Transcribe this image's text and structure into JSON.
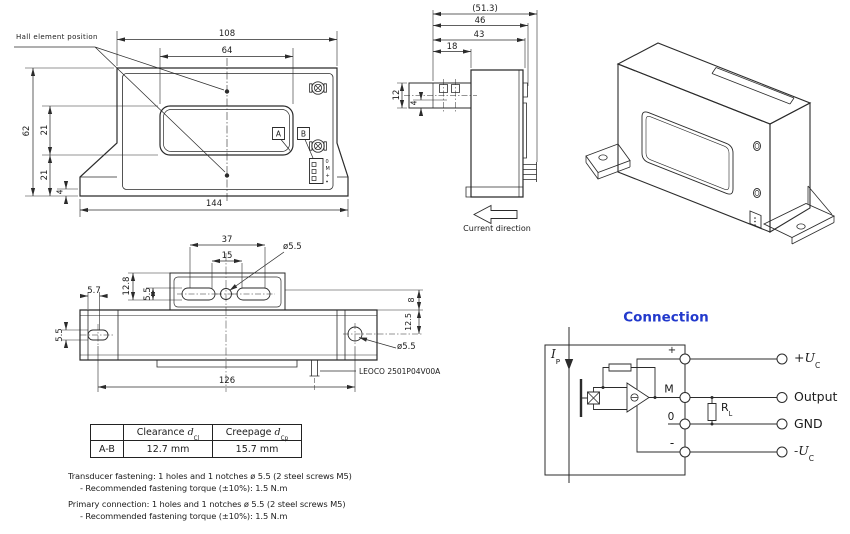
{
  "drawing": {
    "front_view": {
      "hall_label": "Hall element position",
      "dim_108": "108",
      "dim_64": "64",
      "dim_62": "62",
      "dim_21a": "21",
      "dim_21b": "21",
      "dim_4": "4",
      "dim_144": "144",
      "label_a": "A",
      "label_b": "B",
      "pins": [
        "0",
        "M",
        "+"
      ]
    },
    "side_view": {
      "dim_513": "(51.3)",
      "dim_46": "46",
      "dim_43": "43",
      "dim_18": "18",
      "dim_12": "12",
      "dim_4": "4",
      "current_direction": "Current direction"
    },
    "top_view": {
      "dim_37": "37",
      "dim_15": "15",
      "dia_top": "ø5.5",
      "dim_57": "5.7",
      "dim_128": "12.8",
      "dim_55_block": "5.5",
      "dim_55_left": "5.5",
      "dim_8": "8",
      "dim_125": "12.5",
      "dia_right": "ø5.5",
      "dim_126": "126",
      "connector_label": "LEOCO 2501P04V00A"
    }
  },
  "table": {
    "row_label": "A-B",
    "clearance": {
      "label": "Clearance",
      "symbol": "d",
      "sub": "Cl",
      "value": "12.7 mm"
    },
    "creepage": {
      "label": "Creepage",
      "symbol": "d",
      "sub": "Cp",
      "value": "15.7 mm"
    }
  },
  "notes": {
    "transducer_line1": "Transducer fastening: 1 holes and 1 notches ø 5.5 (2 steel screws M5)",
    "transducer_line2": "- Recommended fastening torque (±10%): 1.5 N.m",
    "primary_line1": "Primary connection: 1 holes and 1 notches ø 5.5 (2 steel screws M5)",
    "primary_line2": "- Recommended fastening torque (±10%): 1.5 N.m"
  },
  "connection": {
    "title": "Connection",
    "ip": {
      "base": "I",
      "sub": "P"
    },
    "terminal_plus": "+",
    "terminal_m": "M",
    "terminal_zero": "0",
    "terminal_minus": "-",
    "rl": {
      "base": "R",
      "sub": "L"
    },
    "out_uc_plus": {
      "base": "+U",
      "sub": "C"
    },
    "out_output": "Output",
    "out_gnd": "GND",
    "out_uc_minus": {
      "base": "-U",
      "sub": "C"
    }
  },
  "colors": {
    "line": "#2b2b2b",
    "accent_blue": "#2239cc"
  }
}
